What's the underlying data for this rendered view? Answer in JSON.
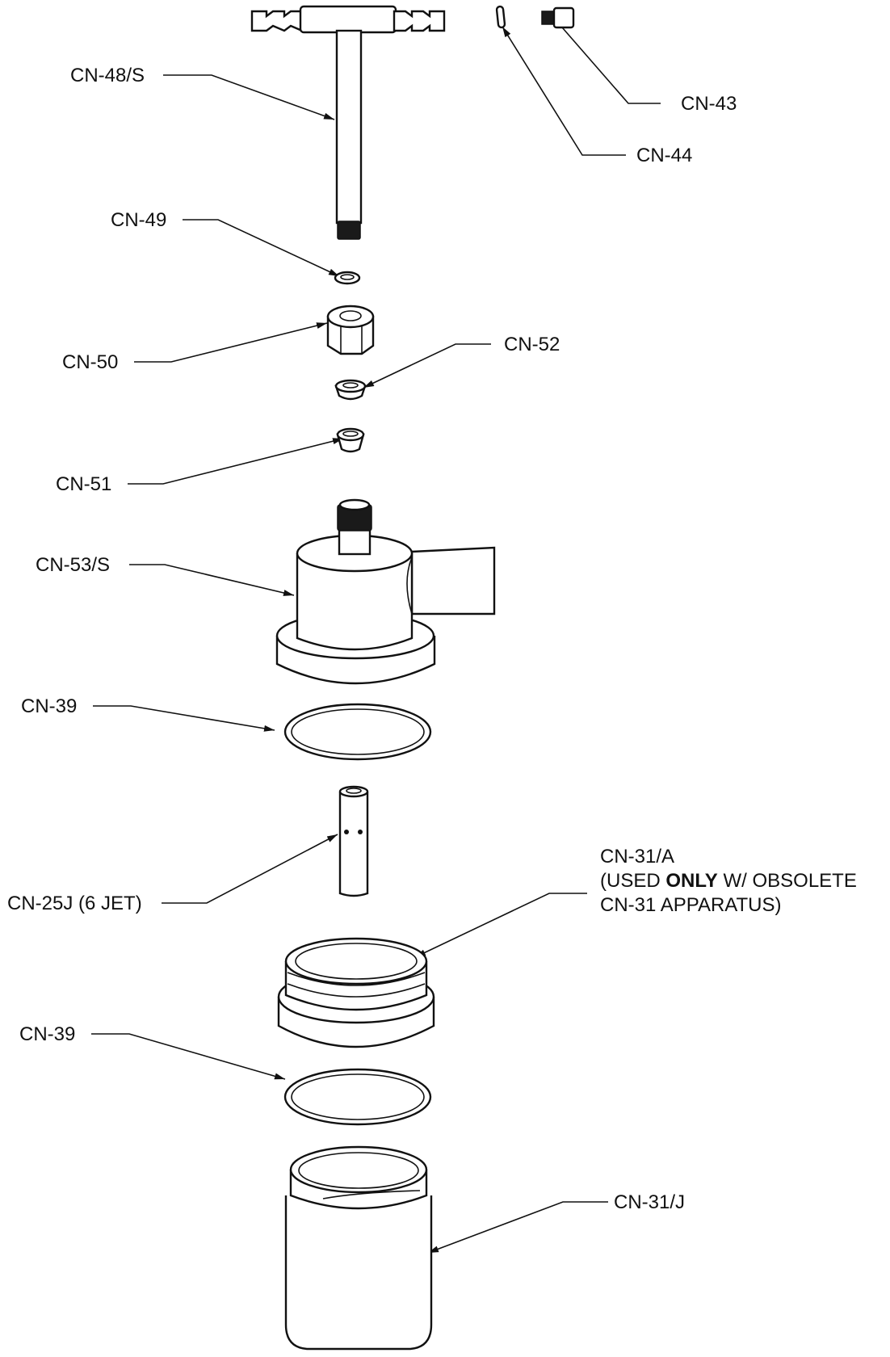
{
  "diagram": {
    "labels": {
      "cn48s": "CN-48/S",
      "cn43": "CN-43",
      "cn44": "CN-44",
      "cn49": "CN-49",
      "cn50": "CN-50",
      "cn52": "CN-52",
      "cn51": "CN-51",
      "cn53s": "CN-53/S",
      "cn39_top": "CN-39",
      "cn25j": "CN-25J (6 JET)",
      "cn31a_line1": "CN-31/A",
      "cn31a_line2_pre": "(USED ",
      "cn31a_line2_bold": "ONLY",
      "cn31a_line2_post": " W/ OBSOLETE",
      "cn31a_line3": "CN-31 APPARATUS)",
      "cn39_bottom": "CN-39",
      "cn31j": "CN-31/J"
    },
    "colors": {
      "line": "#111111",
      "background": "#ffffff"
    }
  }
}
